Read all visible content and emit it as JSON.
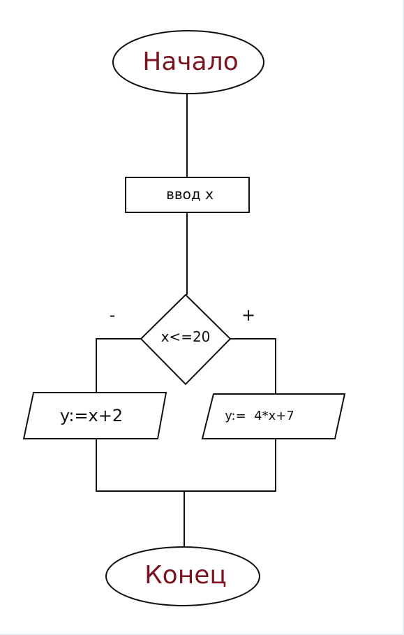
{
  "diagram": {
    "start": "Начало",
    "input": "ввод x",
    "condition": "x<=20",
    "false_branch_mark": "-",
    "true_branch_mark": "+",
    "false_action": "y:=x+2",
    "true_action": "y:=  4*x+7",
    "end": "Конец"
  },
  "colors": {
    "terminal_text": "#7a1420",
    "stroke": "#111111"
  }
}
